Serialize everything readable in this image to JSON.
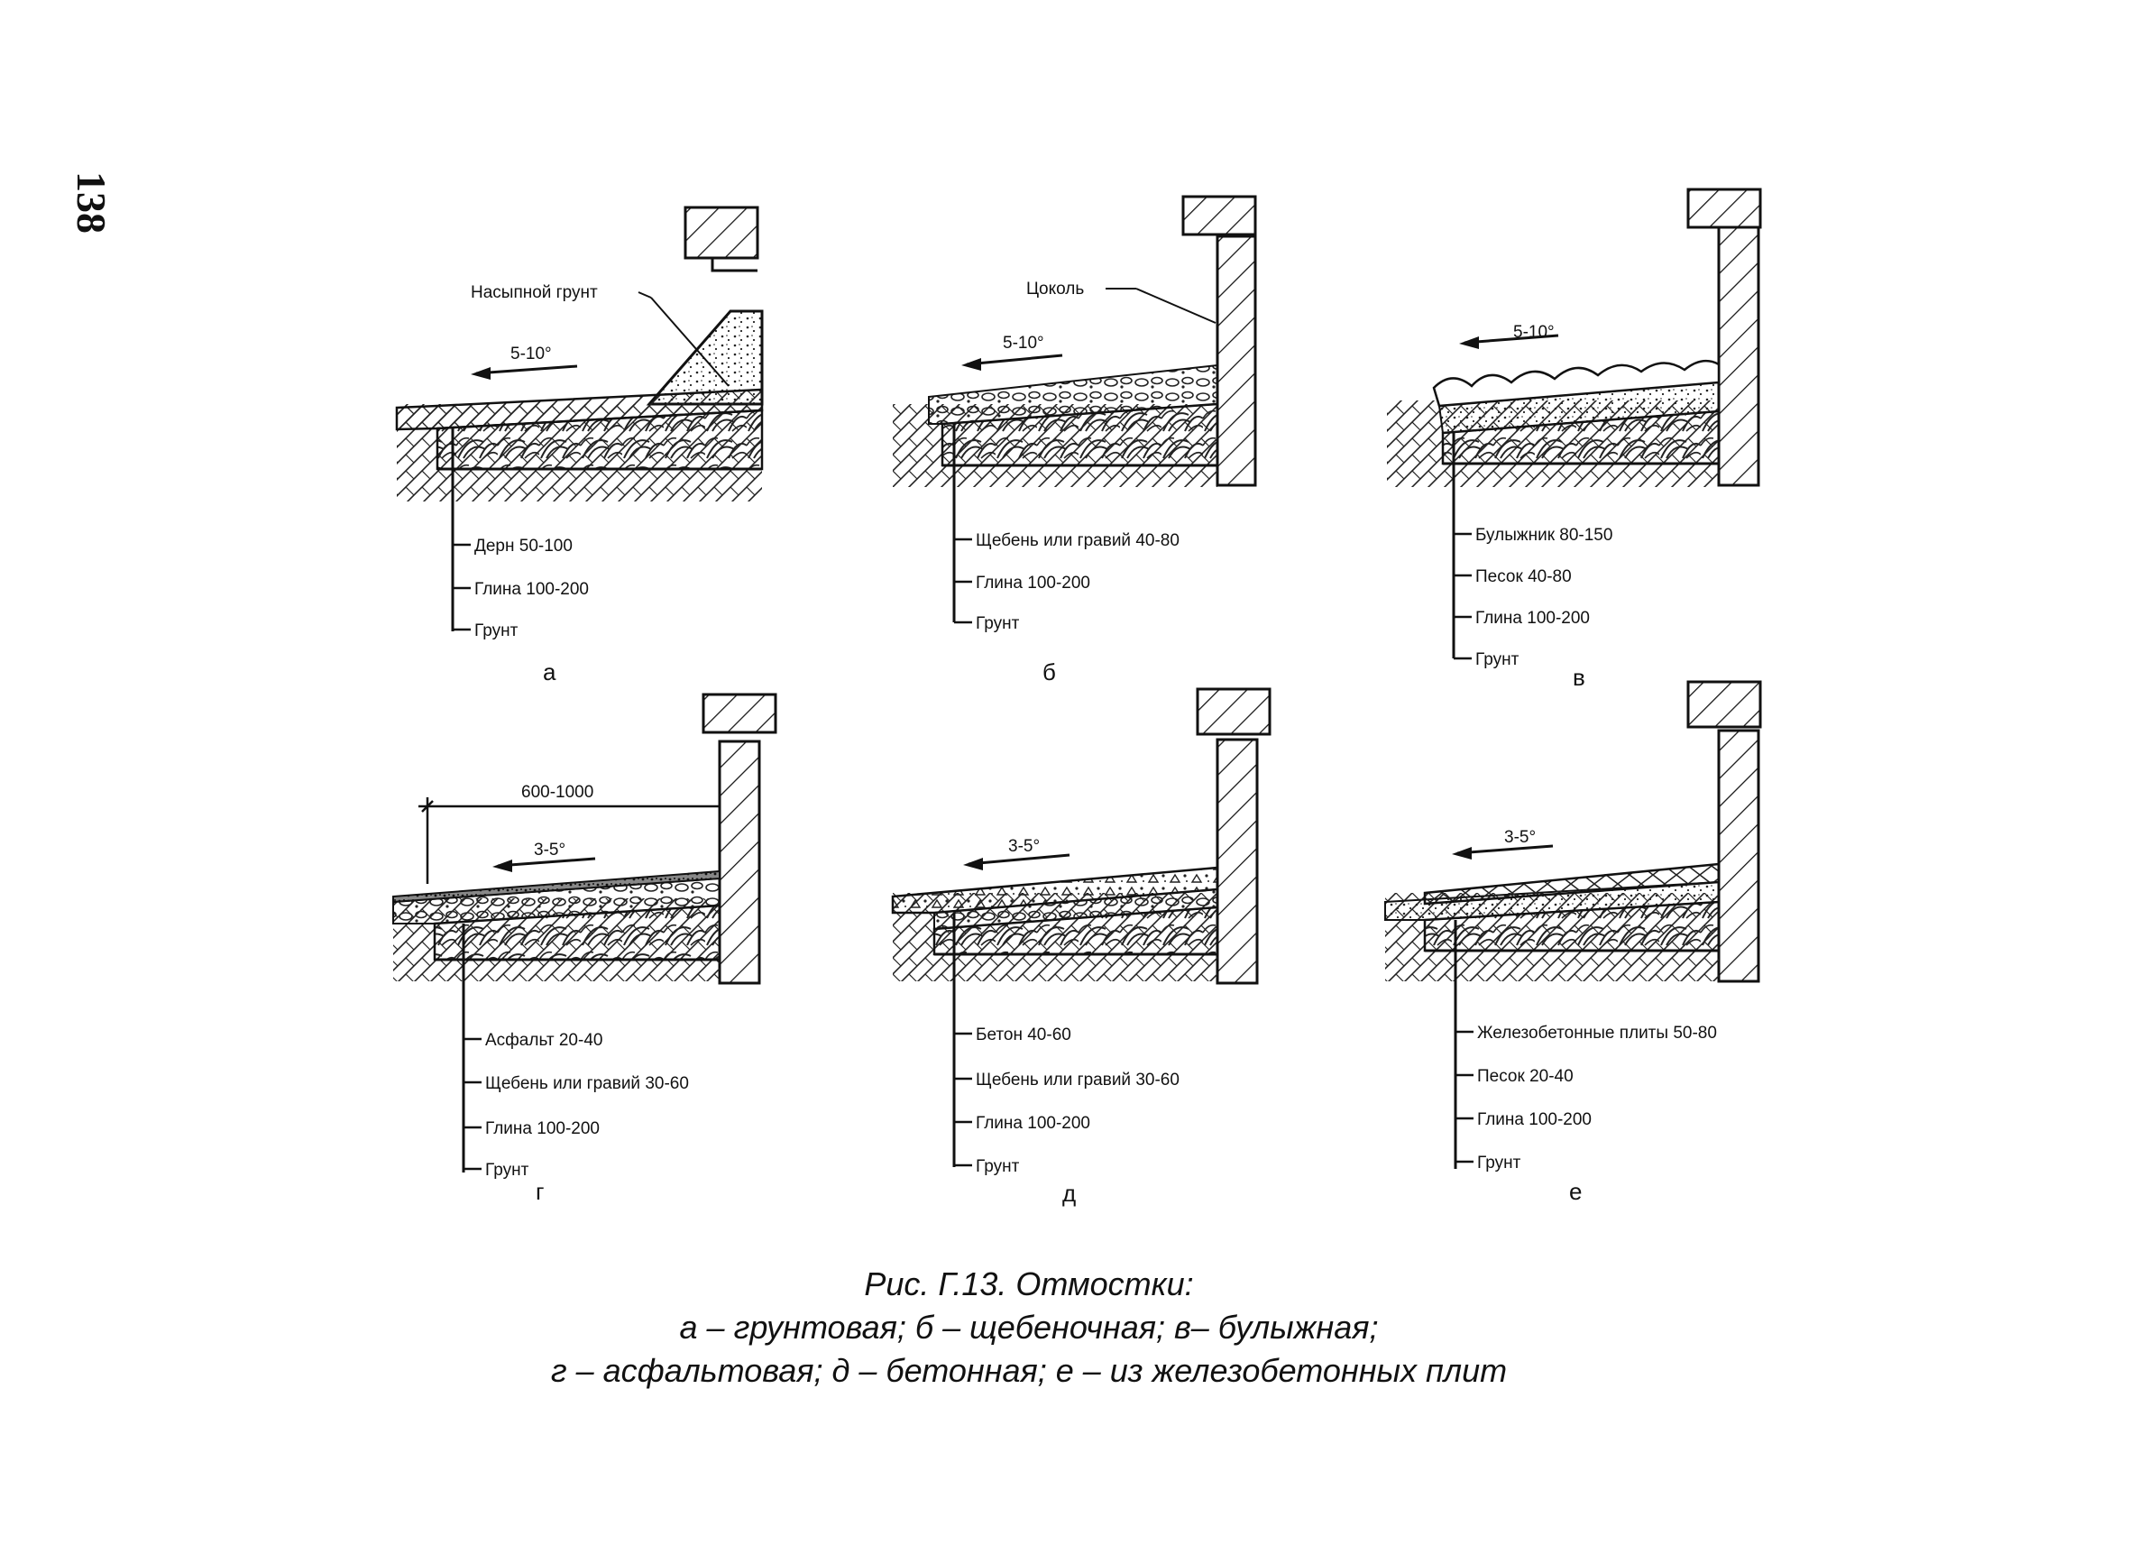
{
  "page_number": "138",
  "panels": [
    {
      "letter": "а",
      "callout": "Насыпной грунт",
      "slope": "5-10°",
      "width_dim": "",
      "layers": [
        "Дерн 50-100",
        "Глина 100-200",
        "Грунт"
      ]
    },
    {
      "letter": "б",
      "callout": "Цоколь",
      "slope": "5-10°",
      "width_dim": "",
      "layers": [
        "Щебень или гравий 40-80",
        "Глина 100-200",
        "Грунт"
      ]
    },
    {
      "letter": "в",
      "callout": "",
      "slope": "5-10°",
      "width_dim": "",
      "layers": [
        "Булыжник 80-150",
        "Песок 40-80",
        "Глина 100-200",
        "Грунт"
      ]
    },
    {
      "letter": "г",
      "callout": "",
      "slope": "3-5°",
      "width_dim": "600-1000",
      "layers": [
        "Асфальт 20-40",
        "Щебень или гравий 30-60",
        "Глина 100-200",
        "Грунт"
      ]
    },
    {
      "letter": "д",
      "callout": "",
      "slope": "3-5°",
      "width_dim": "",
      "layers": [
        "Бетон 40-60",
        "Щебень или гравий 30-60",
        "Глина 100-200",
        "Грунт"
      ]
    },
    {
      "letter": "е",
      "callout": "",
      "slope": "3-5°",
      "width_dim": "",
      "layers": [
        "Железобетонные плиты 50-80",
        "Песок 20-40",
        "Глина 100-200",
        "Грунт"
      ]
    }
  ],
  "caption": {
    "title": "Рис. Г.13. Отмостки:",
    "line1": "а – грунтовая; б – щебеночная; в– булыжная;",
    "line2": "г – асфальтовая; д – бетонная; е – из железобетонных плит"
  }
}
